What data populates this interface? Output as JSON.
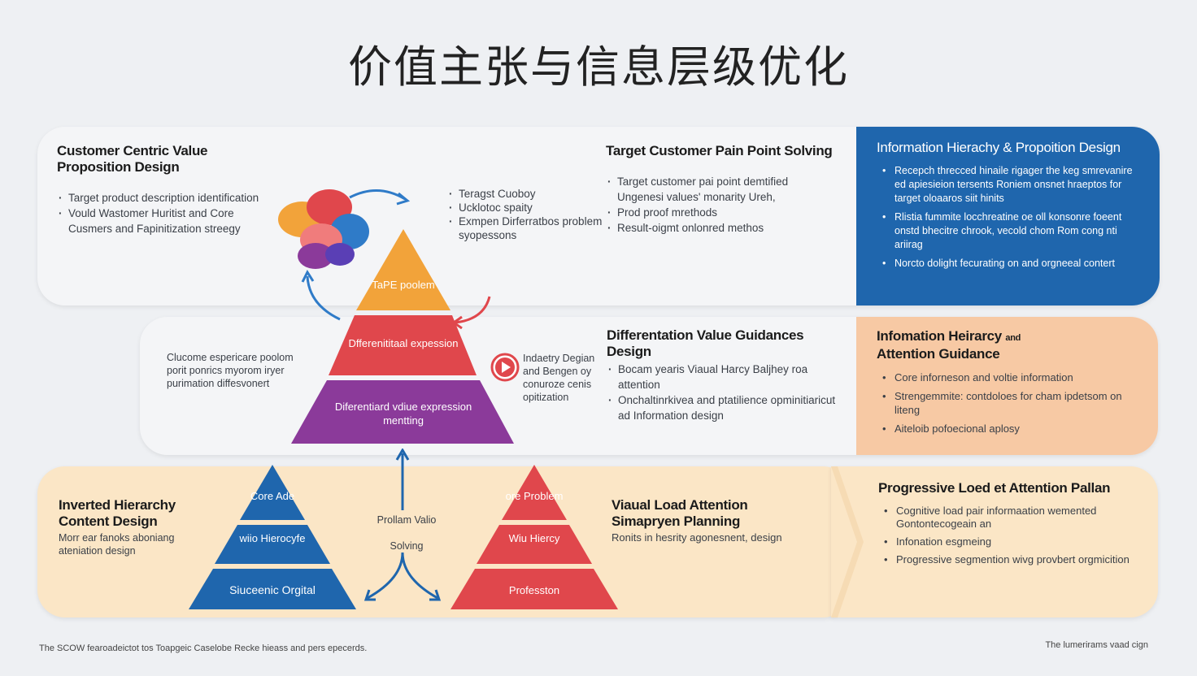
{
  "title": "价值主张与信息层级优化",
  "row1": {
    "left": {
      "heading": "Customer Centric Value Proposition Design",
      "items": [
        "Target product description identification",
        "Vould Wastomer Huritist and Core Cusmers and Fapinitization streegy"
      ]
    },
    "mid_list": [
      "Teragst Cuoboy",
      "Ucklotoc spaity",
      "Exmpen Dirferratbos problem syopessons"
    ],
    "right": {
      "heading": "Target Customer Pain Point Solving",
      "items": [
        "Target customer pai point demtified Ungenesi values' monarity Ureh,",
        "Prod proof mrethods",
        "Result-oigmt onlonred methos"
      ]
    },
    "panel": {
      "heading": "Information Hierachy & Propoition Design",
      "items": [
        "Recepch threcced hinaile rigager the keg smrevanire ed apiesieion tersents Roniem onsnet hraeptos for target oloaaros siit hinits",
        "Rlistia fummite locchreatine oe oll konsonre foeent onstd bhecitre chrook, vecold chom Rom cong nti ariirag",
        "Norcto dolight fecurating on and orgneeal contert"
      ]
    }
  },
  "row2": {
    "left_text": "Clucome espericare poolom porit ponrics myorom iryer purimation diffesvonert",
    "side_text": "Indaetry Degian and Bengen oy conuroze cenis opitization",
    "mid": {
      "heading": "Differentation Value Guidances Design",
      "items": [
        "Bocam yearis Viaual Harcy Baljhey roa attention",
        "Onchaltinrkivea and ptatilience opminitiaricut ad Information design"
      ]
    },
    "panel": {
      "heading_main": "Infomation Heirarcy",
      "heading_small": "and",
      "heading_line2": "Attention Guidance",
      "items": [
        "Core inforneson and voltie information",
        "Strengemmite: contdoloes for cham ipdetsom on liteng",
        "Aiteloib pofoecional aplosy"
      ]
    }
  },
  "row3": {
    "left": {
      "heading": "Inverted Hierarchy Content Design",
      "text": "Morr ear fanoks aboniang ateniation design"
    },
    "center_label_1": "Prollam Valio",
    "center_label_2": "Solving",
    "mid": {
      "heading": "Viaual Load Attention Simapryen Planning",
      "text": "Ronits in hesrity agonesnent, design"
    },
    "panel": {
      "heading": "Progressive Loed et Attention Pallan",
      "items": [
        "Cognitive load pair informaation wemented Gontontecogeain an",
        "Infonation esgmeing",
        "Progressive segmention wivg provbert orgmicition"
      ]
    }
  },
  "pyramid_main": [
    "TaPE poolem",
    "Dfferenititaal expession",
    "Diferentiard vdiue expression mentting"
  ],
  "pyramid_blue": [
    "Core Ade",
    "wiio Hierocyfe",
    "Siuceenic Orgital"
  ],
  "pyramid_red": [
    "ore Problem",
    "Wiu Hiercy",
    "Professton"
  ],
  "footer_left": "The SCOW fearoadeictot tos Toapgeic Caselobe Recke hieass and pers epecerds.",
  "footer_right": "The lumerirams vaad cign",
  "colors": {
    "blue": "#1f66ad",
    "orange": "#f2a33a",
    "red": "#e0474c",
    "purple": "#8b3a9a",
    "peach": "#f7c9a4",
    "cream": "#fbe6c6"
  }
}
